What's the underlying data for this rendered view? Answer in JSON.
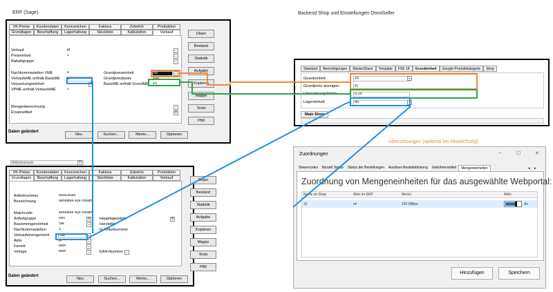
{
  "labels": {
    "erp_title": "ERP (Sage)",
    "backend_title": "Backend Shop und Einstellungen OmniSeller",
    "translations_title": "Übersetzungen (optional bei Abweichung)"
  },
  "erp1": {
    "tabs_row1": [
      "VK-Preise",
      "Kundendaten",
      "Kennzeichen",
      "Faktura",
      "Zubehör",
      "Produktion"
    ],
    "tabs_row2": [
      "Grundlagen",
      "Beschaffung",
      "Lagerhaltung",
      "Stückliste",
      "Kalkulation",
      "Verkauf"
    ],
    "fields": {
      "verkauf_label": "Verkauf",
      "verkauf_value": "ja",
      "preiseinheit_label": "Preiseinheit",
      "preiseinheit_value": "1",
      "rabattgruppe_label": "Rabattgruppe",
      "nachkomma_label": "Nachkommastellen VME",
      "nachkomma_value": "0",
      "vkme_label": "VerkaufsME enthält BasisME",
      "vkme_value": "1",
      "verpack_label": "Verpackungseinheit",
      "vpme_label": "VPME enthält VerkaufsME",
      "vpme_value": "1",
      "grundpreiseinheit_label": "Grundpreiseinheit",
      "grundpreiseinheit_value": "ml",
      "grundpreisbasis_label": "Grundpreisbasis",
      "grundpreisbasis_value": "100",
      "basisme_label": "BasisME enthält GrundME",
      "basisme_value": "15",
      "mengenberechnung_label": "Mengenberechnung",
      "ersatzartikel_label": "Ersatzartikel"
    },
    "side_buttons": [
      "Dispo",
      "Bestand",
      "Statistik",
      "Aufgabe",
      "Kopieren",
      "Mappe",
      "Texte",
      "PIM"
    ],
    "status": "Daten geändert",
    "bottom_buttons": {
      "neu": "Neu",
      "suchen": "Suchen...",
      "memo": "Memo...",
      "optionen": "Optionen"
    }
  },
  "erp2": {
    "top_label": "Artikelvariante",
    "tabs_row1": [
      "VK-Preise",
      "Kundendaten",
      "Kennzeichen",
      "Faktura",
      "Zubehör",
      "Produktion"
    ],
    "tabs_row2": [
      "Grundlagen",
      "Beschaffung",
      "Lagerhaltung",
      "Stückliste",
      "Kalkulation",
      "Verkauf"
    ],
    "fields": {
      "artikelnummer_label": "Artikelnummer",
      "artikelnummer_value": "00003085",
      "bezeichnung_label": "Bezeichnung",
      "bezeichnung_value": "sensitive eye cream",
      "matchcode_label": "Matchcode",
      "matchcode_value": "sensitive eye cream",
      "artikelgruppe_label": "Artikelgruppe",
      "artikelgruppe_value": "090",
      "basismengeneinheit_label": "Basismengeneinheit",
      "basismengeneinheit_value": "Stk",
      "nachkomma_label": "Nachkommastellen",
      "nachkomma_value": "0",
      "vkmengeneinheit_label": "Verkaufsmengeneinh",
      "vkmengeneinheit_value": "Stk",
      "aktiv_label": "Aktiv",
      "aktiv_value": "ja",
      "favorit_label": "Favorit",
      "favorit_value": "nein",
      "vorlage_label": "Vorlage",
      "vorlage_value": "nein",
      "hauptlagerplatz_label": "Hauptlagerplatz",
      "hersteller_label": "Hersteller",
      "hartikelnummer_label": "H-Artikelnummer",
      "ean_label": "EAN-Nummer"
    },
    "side_buttons": [
      "Dispo",
      "Bestand",
      "Statistik",
      "Aufgabe",
      "Kopieren",
      "Mappe",
      "Texte",
      "PIM"
    ],
    "status": "Daten geändert",
    "bottom_buttons": {
      "neu": "Neu",
      "suchen": "Suchen...",
      "memo": "Memo...",
      "optionen": "Optionen"
    }
  },
  "shop": {
    "tabs": [
      "Standard",
      "Berechtigungen",
      "Master/Slave",
      "Template",
      "FSK 18",
      "Grundeinheit",
      "Google-Produktkategorie",
      "Shop"
    ],
    "fields": {
      "grundeinheit_label": "Grundeinheit:",
      "grundeinheit_value": "15",
      "grundpreis_label": "Grundpreis anzeigen:",
      "grundpreis_value": "✔",
      "umrechnung_label": "Umrechnungsfaktor:",
      "umrechnung_value": "0,15",
      "lagereinheit_label": "Lagereinheit:",
      "lagereinheit_value": "40"
    },
    "main_store": "Main Store"
  },
  "dialog": {
    "title": "Zuordnungen",
    "controls": {
      "min": "–",
      "max": "☐",
      "close": "✕"
    },
    "tabs": [
      "Steuercodes",
      "Bezahl Status",
      "Status der Bestellungen",
      "Auslöser-Bestellabholung",
      "Gebührenartikel",
      "Mengeneinheiten"
    ],
    "heading": "Zuordnung von Mengeneinheiten für das ausgewählte Webportal:",
    "columns": [
      "Name im Shop",
      "Wert im ERP",
      "Memo",
      "Aktiv"
    ],
    "row": {
      "shop": "15",
      "erp": "ml",
      "memo": "100 Milliter",
      "aktiv": "An"
    },
    "buttons": {
      "add": "Hinzufügen",
      "save": "Speichern"
    }
  },
  "colors": {
    "orange": "#f0883a",
    "green": "#26a645",
    "blue": "#1d8fe0"
  }
}
